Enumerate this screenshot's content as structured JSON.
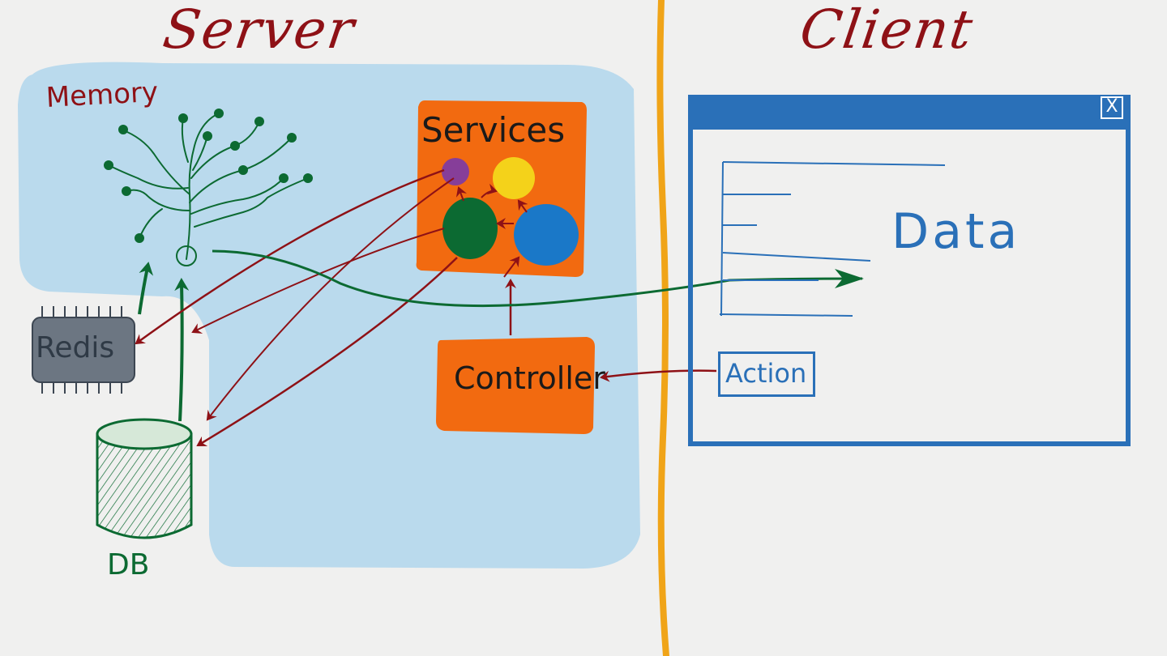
{
  "diagram": {
    "titles": {
      "server": "Server",
      "client": "Client"
    },
    "server": {
      "memory_label": "Memory",
      "services_label": "Services",
      "controller_label": "Controller",
      "redis_label": "Redis",
      "db_label": "DB"
    },
    "client": {
      "data_label": "Data",
      "action_label": "Action",
      "close_glyph": "X"
    },
    "colors": {
      "server_title": "#8e1116",
      "server_zone": "#b6d8ec",
      "services_box": "#f26a10",
      "controller_box": "#f26a10",
      "divider": "#f0a418",
      "client_window": "#2a70b8",
      "flow_red": "#8e1116",
      "flow_green": "#0c6a32",
      "redis_chip": "#6c7682",
      "service_purple": "#7a3aa8",
      "service_yellow": "#f4d21a",
      "service_green": "#0c6a32",
      "service_blue": "#1a78c8"
    }
  }
}
